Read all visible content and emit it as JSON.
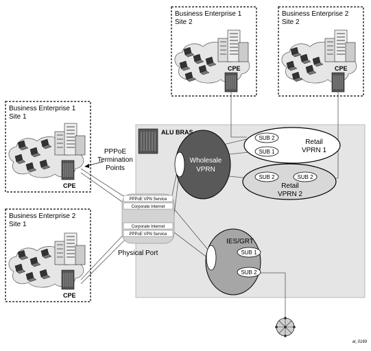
{
  "sites": {
    "be1_site2": {
      "line1": "Business Enterprise 1",
      "line2": "Site 2",
      "cpe": "CPE"
    },
    "be2_site2": {
      "line1": "Business Enterprise 2",
      "line2": "Site 2",
      "cpe": "CPE"
    },
    "be1_site1": {
      "line1": "Business Enterprise 1",
      "line2": "Site 1",
      "cpe": "CPE"
    },
    "be2_site1": {
      "line1": "Business Enterprise 2",
      "line2": "Site 1",
      "cpe": "CPE"
    }
  },
  "bras": {
    "title": "ALU BRAS"
  },
  "pppoe": {
    "line1": "PPPoE",
    "line2": "Termination",
    "line3": "Points"
  },
  "wholesale": {
    "line1": "Wholesale",
    "line2": "VPRN"
  },
  "retail1": {
    "line1": "Retail",
    "line2": "VPRN 1",
    "sub_a": "SUB 2",
    "sub_b": "SUB 1"
  },
  "retail2": {
    "line1": "Retail",
    "line2": "VPRN 2",
    "sub_a": "SUB 2",
    "sub_b": "SUB 2"
  },
  "ies": {
    "title": "IES/GRT",
    "sub_a": "SUB 1",
    "sub_b": "SUB 2"
  },
  "port": {
    "label": "Physical Port",
    "s1": "PPPoE VPN Service",
    "s2": "Corporate Internet",
    "s3": "Corporate Internet",
    "s4": "PPPoE VPN Service"
  },
  "figure_id": "al_0169"
}
